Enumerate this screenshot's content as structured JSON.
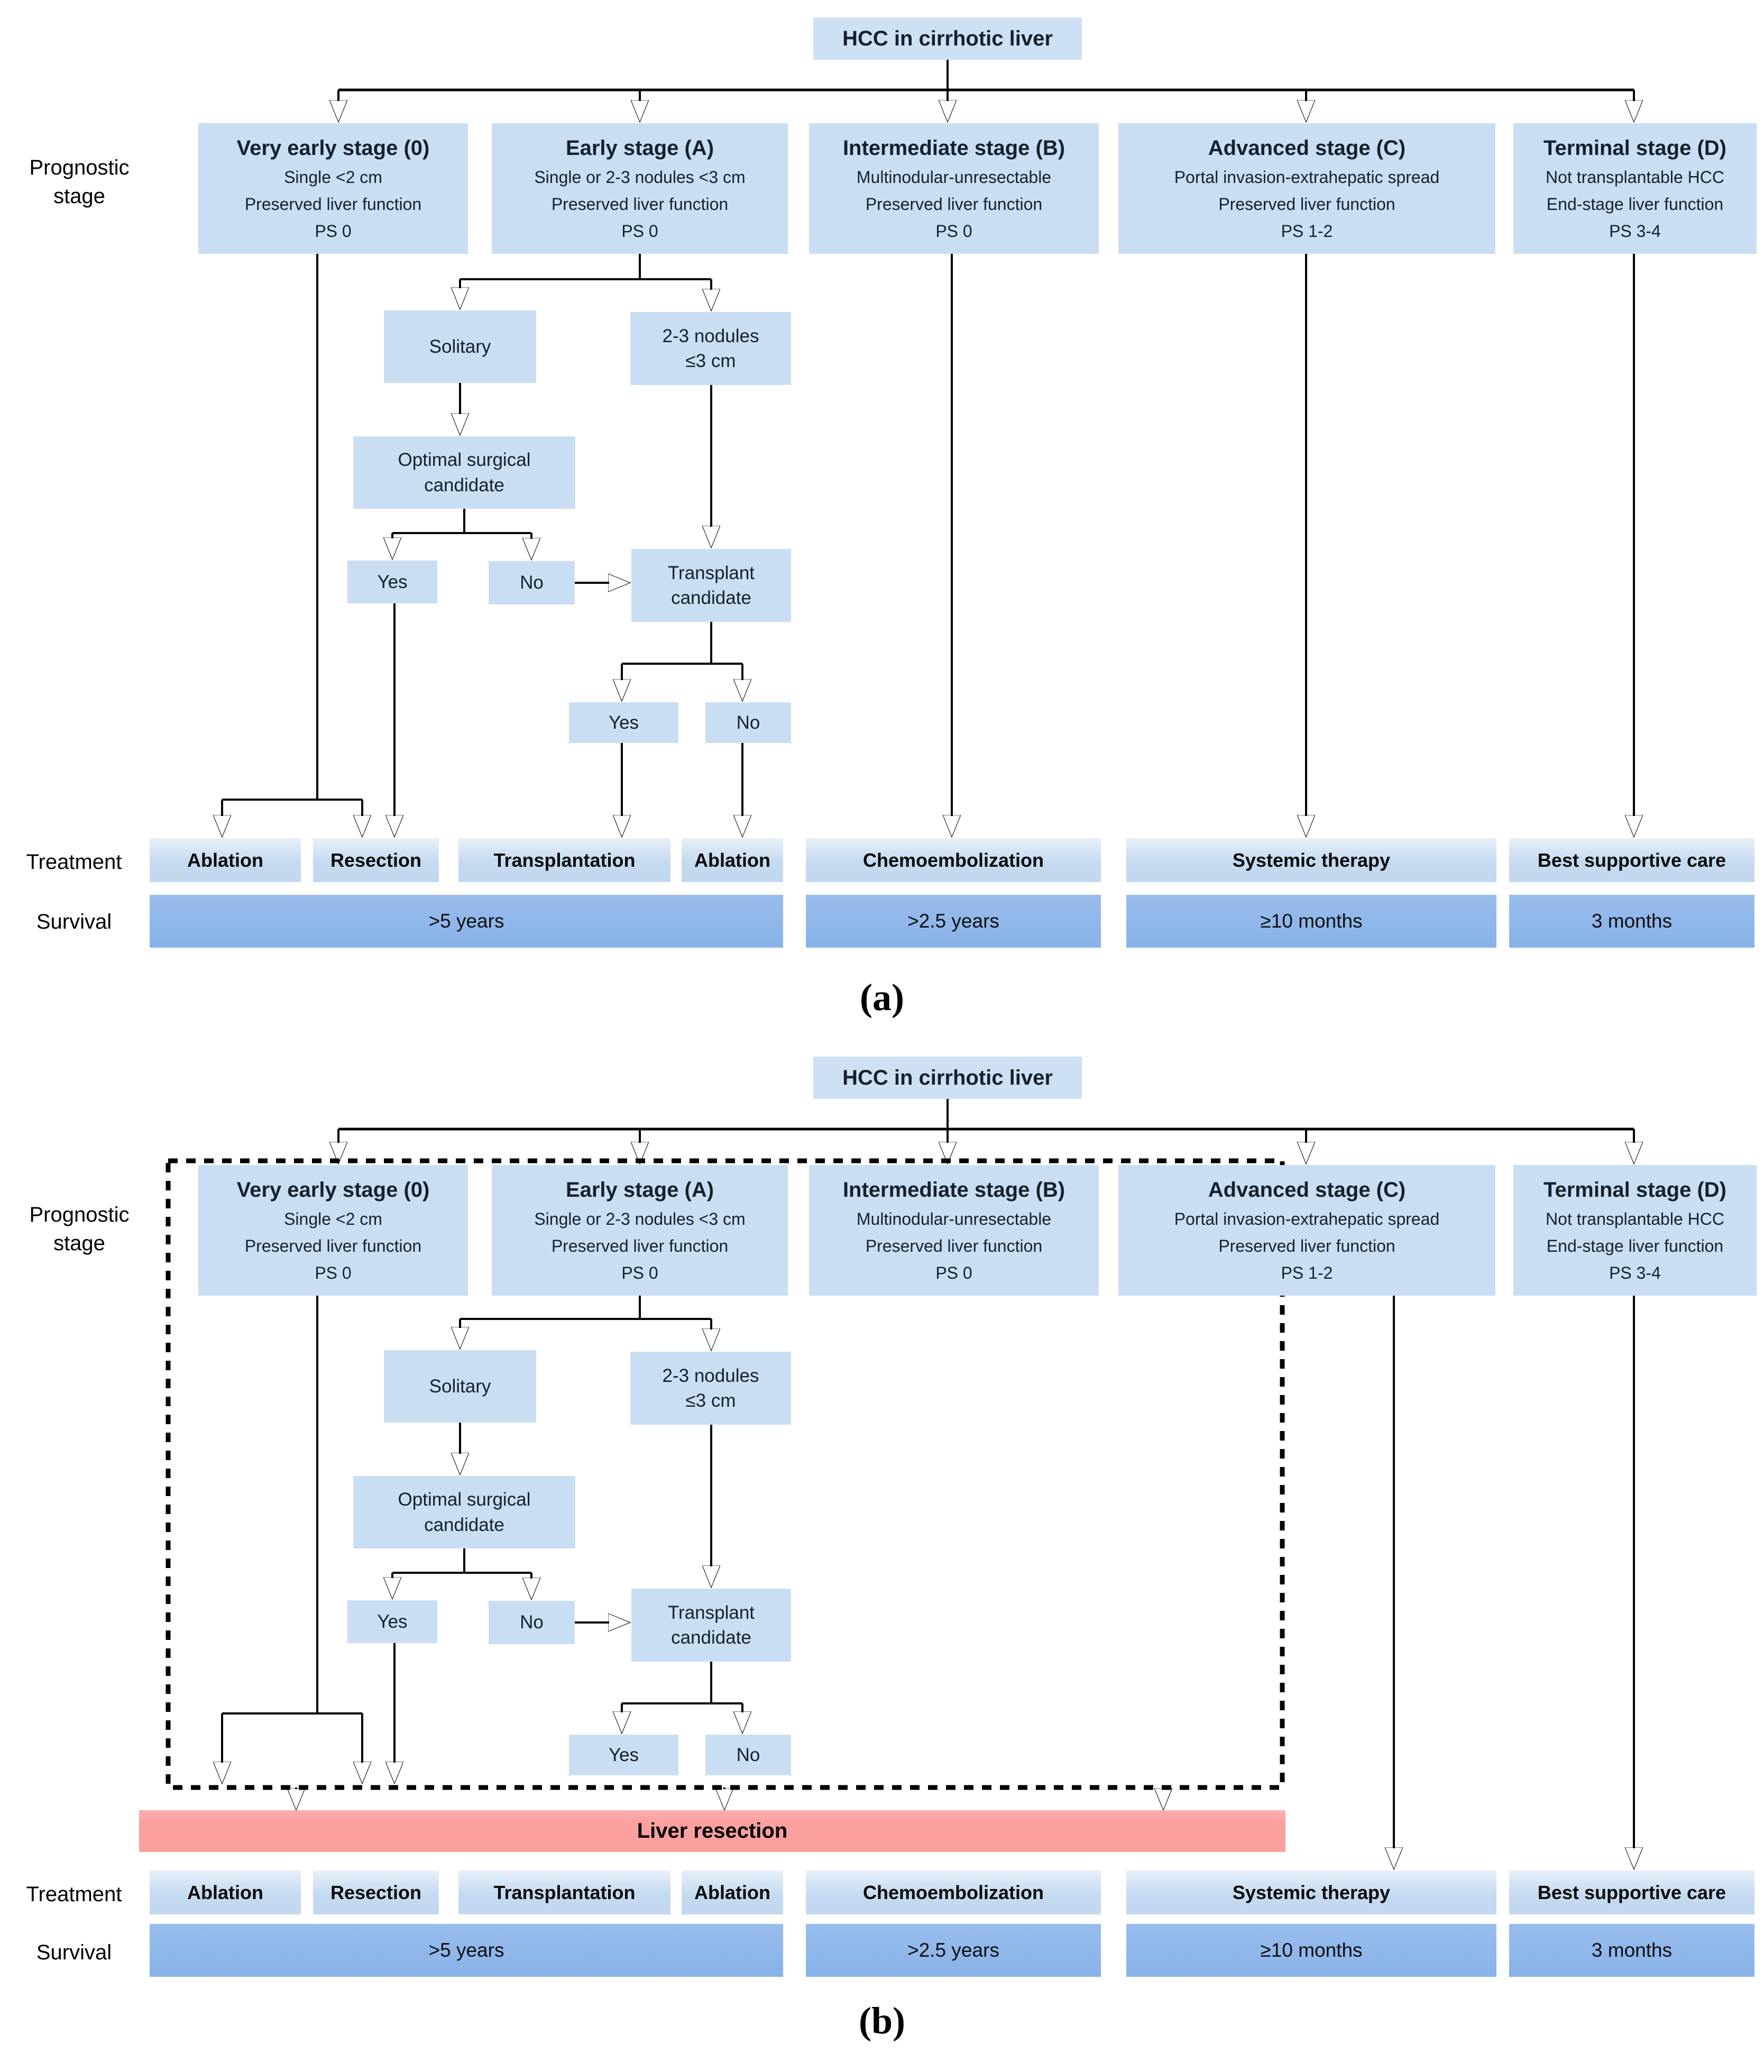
{
  "figure": {
    "root": "HCC in cirrhotic liver",
    "caption_a": "(a)",
    "caption_b": "(b)",
    "row_labels": {
      "prognostic_line1": "Prognostic",
      "prognostic_line2": "stage",
      "treatment": "Treatment",
      "survival": "Survival"
    },
    "stages": [
      {
        "title": "Very early stage (0)",
        "lines": [
          "Single <2 cm",
          "Preserved liver function",
          "PS 0"
        ]
      },
      {
        "title": "Early stage (A)",
        "lines": [
          "Single or 2-3 nodules <3 cm",
          "Preserved liver function",
          "PS 0"
        ]
      },
      {
        "title": "Intermediate stage (B)",
        "lines": [
          "Multinodular-unresectable",
          "Preserved liver function",
          "PS 0"
        ]
      },
      {
        "title": "Advanced stage (C)",
        "lines": [
          "Portal invasion-extrahepatic spread",
          "Preserved liver function",
          "PS 1-2"
        ]
      },
      {
        "title": "Terminal stage (D)",
        "lines": [
          "Not transplantable HCC",
          "End-stage liver function",
          "PS 3-4"
        ]
      }
    ],
    "decision": {
      "solitary": "Solitary",
      "nodules_line1": "2-3 nodules",
      "nodules_line2": "≤3 cm",
      "optimal_line1": "Optimal surgical",
      "optimal_line2": "candidate",
      "yes": "Yes",
      "no": "No",
      "transplant_line1": "Transplant",
      "transplant_line2": "candidate"
    },
    "treatments": [
      "Ablation",
      "Resection",
      "Transplantation",
      "Ablation",
      "Chemoembolization",
      "Systemic therapy",
      "Best supportive care"
    ],
    "survival": [
      ">5 years",
      ">2.5 years",
      "≥10 months",
      "3 months"
    ],
    "liver_resection": "Liver resection",
    "colors": {
      "box_blue": "#c9def2",
      "survival_blue": "#8fb5e9",
      "resection_red": "#fb9f9f",
      "line_black": "#000000"
    }
  }
}
